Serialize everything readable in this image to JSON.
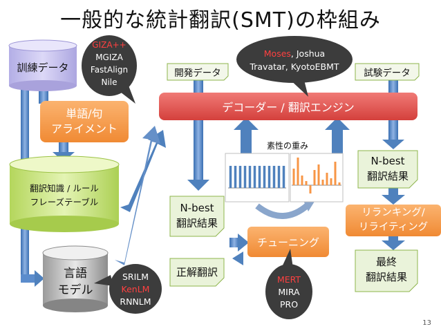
{
  "title": "一般的な統計翻訳(SMT)の枠組み",
  "page_number": "13",
  "colors": {
    "blue_arrow": "#4f81bd",
    "orange": "#f79646",
    "red": "#e0504d",
    "green": "#c4e07a",
    "lavender": "#c9c4ee",
    "dark_gray": "#3c3c3c",
    "label_red": "#ff4040"
  },
  "nodes": {
    "training_data": "訓練データ",
    "alignment": "単語/句\nアライメント",
    "knowledge": "翻訳知識 / ルール\nフレーズテーブル",
    "language_model": "言語\nモデル",
    "dev_data": "開発データ",
    "test_data": "試験データ",
    "decoder": "デコーダー / 翻訳エンジン",
    "feature_weights": "素性の重み",
    "nbest_left": "N-best\n翻訳結果",
    "reference": "正解翻訳",
    "tuning": "チューニング",
    "nbest_right": "N-best\n翻訳結果",
    "reranking": "リランキング/\nリライティング",
    "final": "最終\n翻訳結果"
  },
  "callouts": {
    "aligner_tools": [
      {
        "text": "GIZA++",
        "highlight": true
      },
      {
        "text": "MGIZA",
        "highlight": false
      },
      {
        "text": "FastAlign",
        "highlight": false
      },
      {
        "text": "Nile",
        "highlight": false
      }
    ],
    "decoder_tools": {
      "moses": "Moses",
      "joshua": ", Joshua",
      "line2": "Travatar, KyotoEBMT"
    },
    "lm_tools": [
      {
        "text": "SRILM",
        "highlight": false
      },
      {
        "text": "KenLM",
        "highlight": true
      },
      {
        "text": "RNNLM",
        "highlight": false
      }
    ],
    "tuning_tools": [
      {
        "text": "MERT",
        "highlight": true
      },
      {
        "text": "MIRA",
        "highlight": false
      },
      {
        "text": "PRO",
        "highlight": false
      }
    ]
  },
  "weights_before": [
    0.8,
    0.8,
    0.8,
    0.8,
    0.8,
    0.8,
    0.8,
    0.8,
    0.8,
    0.8,
    0.8,
    0.8
  ],
  "weights_after": [
    0.6,
    1.0,
    0.35,
    0.15,
    -0.3,
    0.55,
    0.75,
    0.2,
    0.45,
    0.25,
    0.85,
    0.1
  ]
}
